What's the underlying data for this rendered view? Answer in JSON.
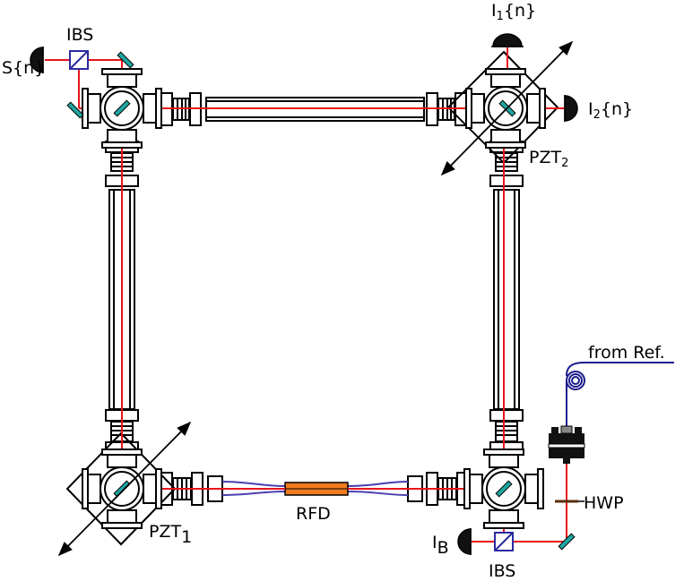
{
  "labels": {
    "ibs_top": "IBS",
    "s_n_base": "S{n}",
    "i1_base": "I",
    "i1_sub": "1",
    "i1_suffix": "{n}",
    "i2_base": "I",
    "i2_sub": "2",
    "i2_suffix": "{n}",
    "pzt2_base": "PZT",
    "pzt2_sub": "2",
    "pzt1_base": "PZT",
    "pzt1_sub": "1",
    "rfd": "RFD",
    "from_ref": "from Ref.",
    "hwp": "HWP",
    "ib_base": "I",
    "ib_sub": "B",
    "ibs_bottom": "IBS"
  },
  "colors": {
    "laser": "#e8141c",
    "fiber": "#4a3fb0",
    "fiber_dark": "#1a1a8c",
    "mirror": "#1ea5a0",
    "rfd": "#f07b1e",
    "bs": "#2a2aa0",
    "line": "#000000"
  }
}
